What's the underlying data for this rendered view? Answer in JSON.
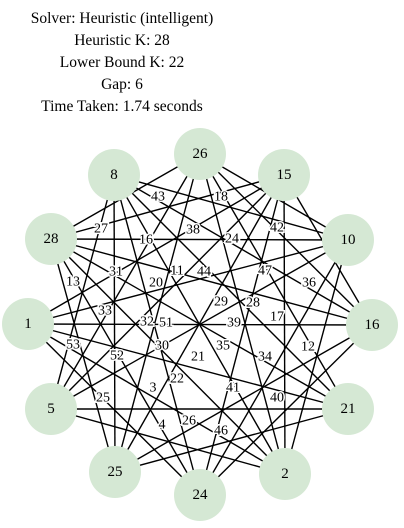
{
  "header": {
    "solver": "Solver: Heuristic (intelligent)",
    "heuristic_k": "Heuristic K: 28",
    "lower_bound_k": "Lower Bound K: 22",
    "gap": "Gap: 6",
    "time_taken": "Time Taken: 1.74 seconds"
  },
  "colors": {
    "node_fill": "#d5e8d4",
    "edge": "#000000",
    "background": "#ffffff"
  },
  "graph": {
    "nodes": [
      "26",
      "15",
      "10",
      "16",
      "21",
      "2",
      "24",
      "25",
      "5",
      "1",
      "28",
      "8"
    ],
    "edges": [
      [
        "8",
        "16"
      ],
      [
        "8",
        "21"
      ],
      [
        "8",
        "2"
      ],
      [
        "8",
        "24"
      ],
      [
        "8",
        "25"
      ],
      [
        "8",
        "10"
      ],
      [
        "8",
        "5"
      ],
      [
        "26",
        "10"
      ],
      [
        "26",
        "21"
      ],
      [
        "26",
        "2"
      ],
      [
        "26",
        "25"
      ],
      [
        "26",
        "5"
      ],
      [
        "26",
        "28"
      ],
      [
        "26",
        "16"
      ],
      [
        "15",
        "16"
      ],
      [
        "15",
        "24"
      ],
      [
        "15",
        "25"
      ],
      [
        "15",
        "5"
      ],
      [
        "15",
        "1"
      ],
      [
        "15",
        "28"
      ],
      [
        "15",
        "2"
      ],
      [
        "10",
        "2"
      ],
      [
        "10",
        "24"
      ],
      [
        "10",
        "5"
      ],
      [
        "10",
        "1"
      ],
      [
        "10",
        "28"
      ],
      [
        "16",
        "24"
      ],
      [
        "16",
        "25"
      ],
      [
        "16",
        "1"
      ],
      [
        "16",
        "28"
      ],
      [
        "21",
        "25"
      ],
      [
        "21",
        "5"
      ],
      [
        "21",
        "1"
      ],
      [
        "21",
        "28"
      ],
      [
        "2",
        "5"
      ],
      [
        "2",
        "1"
      ],
      [
        "2",
        "28"
      ],
      [
        "24",
        "1"
      ],
      [
        "24",
        "28"
      ],
      [
        "25",
        "28"
      ]
    ],
    "edge_labels": [
      "43",
      "18",
      "27",
      "16",
      "38",
      "24",
      "42",
      "13",
      "31",
      "20",
      "11",
      "44",
      "47",
      "36",
      "33",
      "29",
      "28",
      "17",
      "32",
      "51",
      "39",
      "53",
      "52",
      "30",
      "35",
      "12",
      "21",
      "34",
      "22",
      "3",
      "41",
      "25",
      "40",
      "26",
      "46",
      "4"
    ]
  }
}
